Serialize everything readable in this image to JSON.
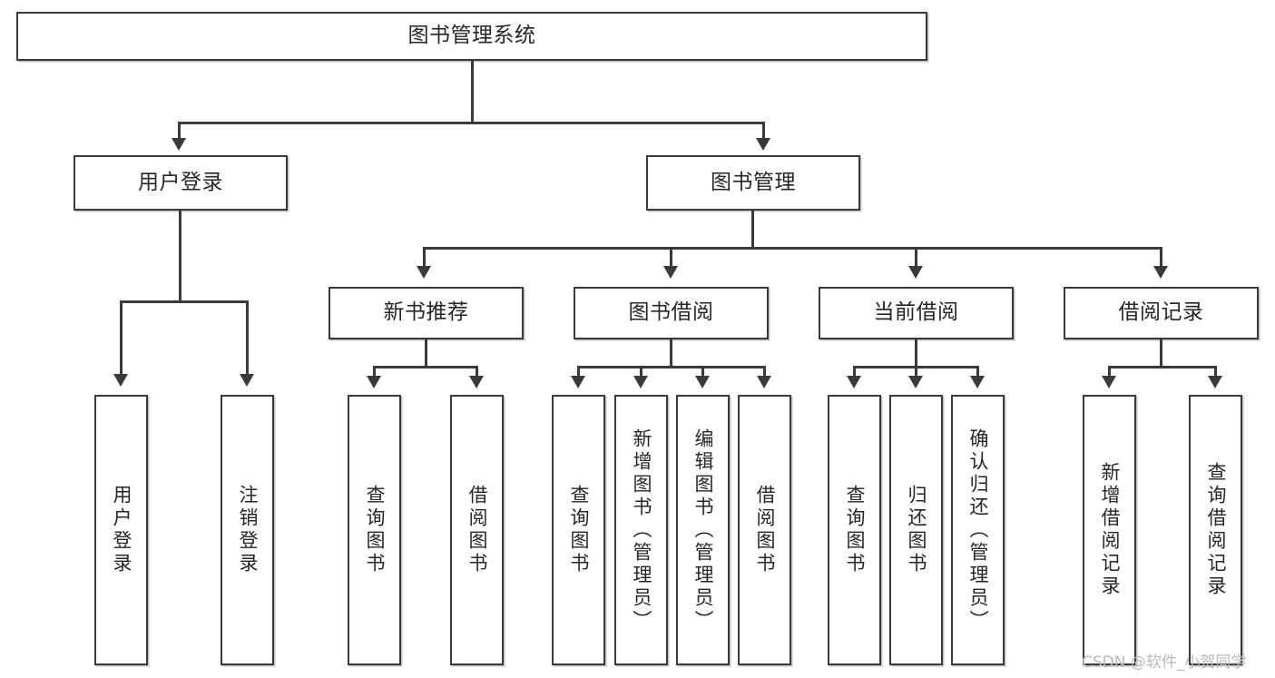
{
  "diagram": {
    "title": "图书管理系统",
    "type": "tree",
    "root": {
      "id": "root",
      "label": "图书管理系统"
    },
    "level2": [
      {
        "id": "user-login",
        "label": "用户登录"
      },
      {
        "id": "book-management",
        "label": "图书管理"
      }
    ],
    "level3": [
      {
        "id": "new-book-recommend",
        "label": "新书推荐",
        "parent": "book-management"
      },
      {
        "id": "book-borrow",
        "label": "图书借阅",
        "parent": "book-management"
      },
      {
        "id": "current-borrow",
        "label": "当前借阅",
        "parent": "book-management"
      },
      {
        "id": "borrow-record",
        "label": "借阅记录",
        "parent": "book-management"
      }
    ],
    "leaves": [
      {
        "id": "leaf-user-login",
        "label": "用户登录",
        "parent": "user-login"
      },
      {
        "id": "leaf-user-logout",
        "label": "注销登录",
        "parent": "user-login"
      },
      {
        "id": "leaf-query-book-1",
        "label": "查询图书",
        "parent": "new-book-recommend"
      },
      {
        "id": "leaf-borrow-book-1",
        "label": "借阅图书",
        "parent": "new-book-recommend"
      },
      {
        "id": "leaf-query-book-2",
        "label": "查询图书",
        "parent": "book-borrow"
      },
      {
        "id": "leaf-add-book",
        "label": "新增图书（管理员）",
        "parent": "book-borrow"
      },
      {
        "id": "leaf-edit-book",
        "label": "编辑图书（管理员）",
        "parent": "book-borrow"
      },
      {
        "id": "leaf-borrow-book-2",
        "label": "借阅图书",
        "parent": "book-borrow"
      },
      {
        "id": "leaf-query-book-3",
        "label": "查询图书",
        "parent": "current-borrow"
      },
      {
        "id": "leaf-return-book",
        "label": "归还图书",
        "parent": "current-borrow"
      },
      {
        "id": "leaf-confirm-return",
        "label": "确认归还（管理员）",
        "parent": "current-borrow"
      },
      {
        "id": "leaf-add-record",
        "label": "新增借阅记录",
        "parent": "borrow-record"
      },
      {
        "id": "leaf-query-record",
        "label": "查询借阅记录",
        "parent": "borrow-record"
      }
    ],
    "colors": {
      "stroke": "#3a3a3a",
      "fill": "#ffffff",
      "text": "#262626",
      "watermark": "#b9b9b9"
    }
  },
  "watermark": {
    "text": "CSDN @软件_小贺同学"
  }
}
